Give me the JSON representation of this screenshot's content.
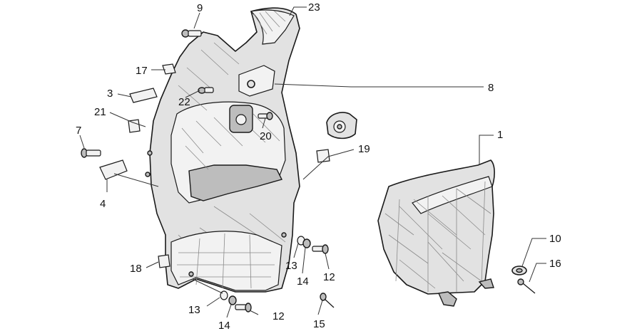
{
  "diagram": {
    "callouts": {
      "c1": "1",
      "c3": "3",
      "c4": "4",
      "c7": "7",
      "c8": "8",
      "c9": "9",
      "c10": "10",
      "c12a": "12",
      "c12b": "12",
      "c13a": "13",
      "c13b": "13",
      "c14a": "14",
      "c14b": "14",
      "c15": "15",
      "c16": "16",
      "c17": "17",
      "c18": "18",
      "c19": "19",
      "c20": "20",
      "c21": "21",
      "c22": "22",
      "c23": "23"
    }
  }
}
